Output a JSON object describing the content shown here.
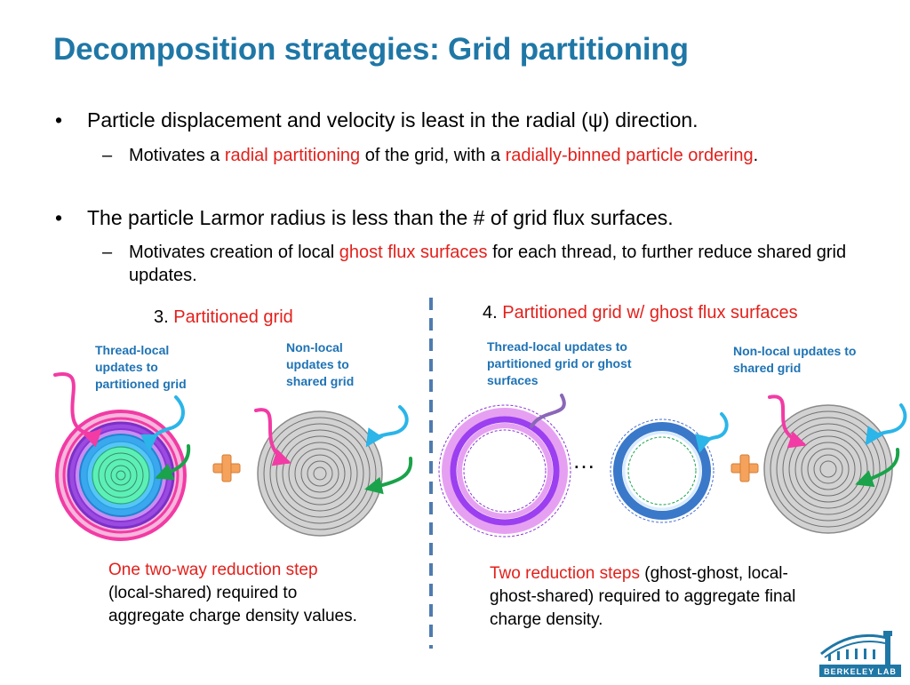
{
  "slide": {
    "title": "Decomposition strategies: Grid partitioning",
    "bullets": [
      {
        "mark": "•",
        "text": "Particle displacement and velocity is least in the radial (ψ) direction.",
        "sub": {
          "mark": "–",
          "parts": [
            "Motivates a ",
            "radial partitioning",
            " of the grid, with a ",
            "radially-binned particle ordering",
            "."
          ]
        }
      },
      {
        "mark": "•",
        "text": "The particle Larmor radius is less than the # of grid flux surfaces.",
        "sub": {
          "mark": "–",
          "parts": [
            "Motivates creation of local ",
            "ghost flux surfaces",
            " for each thread, to further reduce shared grid updates."
          ]
        }
      }
    ]
  },
  "left_panel": {
    "number": "3.",
    "heading": "Partitioned grid",
    "label_local": "Thread-local updates to partitioned  grid",
    "label_nonlocal": "Non-local updates to shared grid",
    "caption_red": "One two-way reduction step",
    "caption_rest": "(local-shared) required to aggregate charge density values."
  },
  "right_panel": {
    "number": "4.",
    "heading": "Partitioned grid w/ ghost flux surfaces",
    "label_local": "Thread-local updates to partitioned  grid or ghost surfaces",
    "label_nonlocal": "Non-local updates to shared grid",
    "ellipsis": "…",
    "caption_red": "Two reduction steps",
    "caption_rest": " (ghost-ghost, local-ghost-shared) required to aggregate final charge density."
  },
  "logo": {
    "text": "Berkeley Lab"
  },
  "colors": {
    "title": "#1f77a6",
    "emphasis": "#e3201b",
    "label": "#1e73b5",
    "magenta": "#f23ba4",
    "purple": "#8a35d6",
    "cyan": "#2bb5e8",
    "green": "#1aa34a",
    "plus": "#f5a25c",
    "divider": "#4f7bb0",
    "grid_fill": "#d2d2d2",
    "grid_lines": "#707070"
  }
}
